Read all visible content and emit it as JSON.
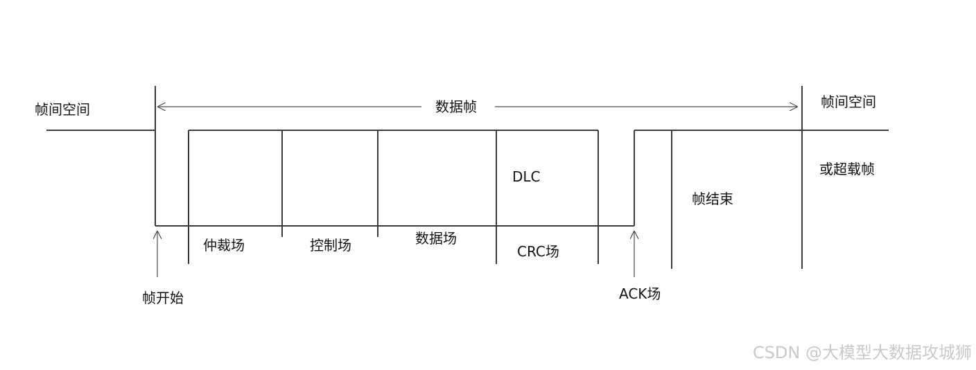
{
  "labels": {
    "interframe_space_left": "帧间空间",
    "data_frame": "数据帧",
    "interframe_space_right": "帧间空间",
    "or_overload_frame": "或超载帧",
    "dlc": "DLC",
    "end_of_frame": "帧结束",
    "arbitration_field": "仲裁场",
    "control_field": "控制场",
    "data_field": "数据场",
    "crc_field": "CRC场",
    "start_of_frame": "帧开始",
    "ack_field": "ACK场"
  },
  "watermark": "CSDN @大模型大数据攻城狮",
  "colors": {
    "line": "#3a3a3a",
    "text": "#111111",
    "watermark": "#c9c9c9",
    "background": "#ffffff"
  }
}
